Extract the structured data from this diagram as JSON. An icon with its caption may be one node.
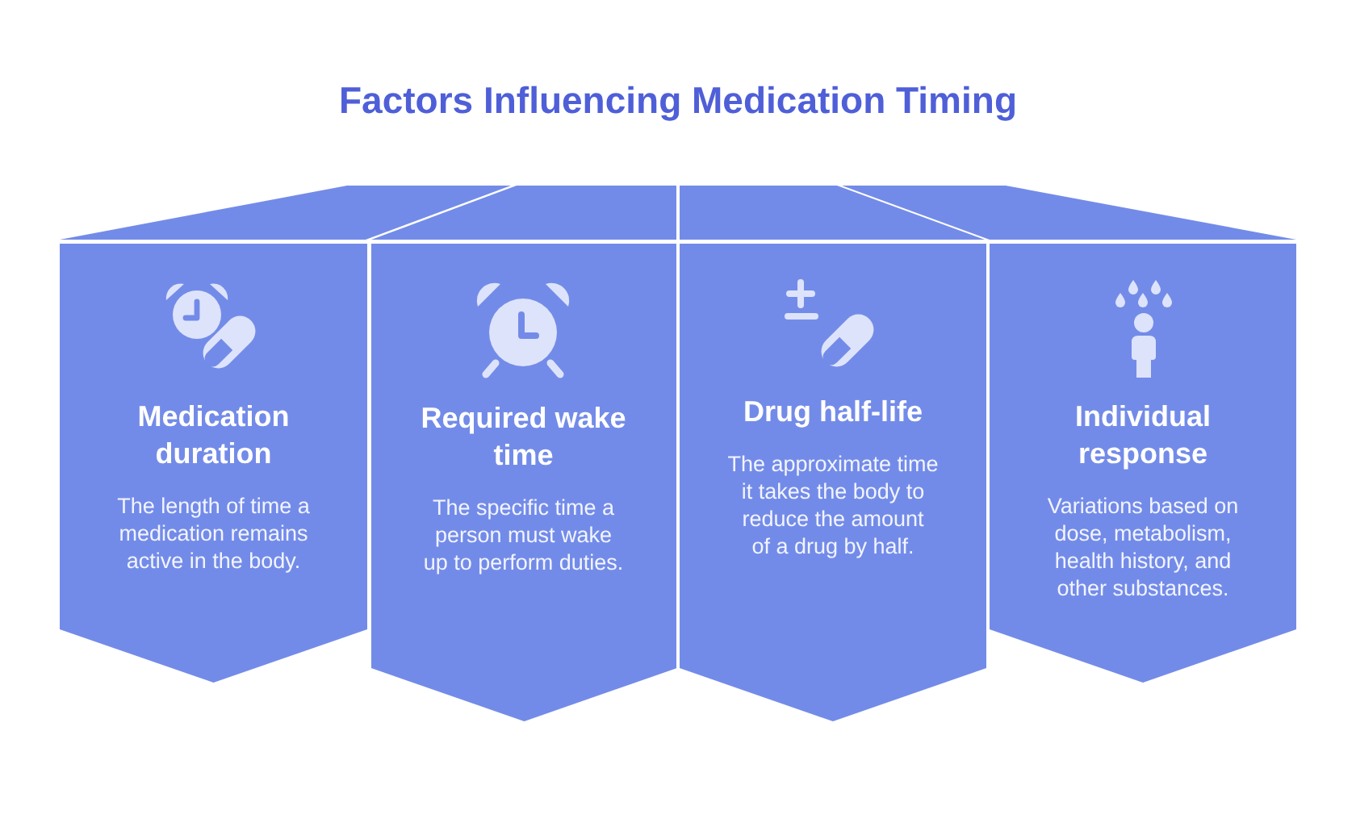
{
  "diagram": {
    "title": "Factors Influencing Medication Timing",
    "nodes": [
      {
        "text": [
          "Medication duration",
          "The length of time a medication remains active in the body."
        ]
      },
      {
        "text": [
          "Required wake time",
          "The specific time a person must wake up to perform duties."
        ]
      },
      {
        "text": [
          "Drug half-life",
          "The approximate time it takes the body to reduce the amount of a drug by half."
        ]
      },
      {
        "text": [
          "Individual response",
          "Variations based on dose, metabolism, health history, and other substances."
        ]
      }
    ]
  }
}
